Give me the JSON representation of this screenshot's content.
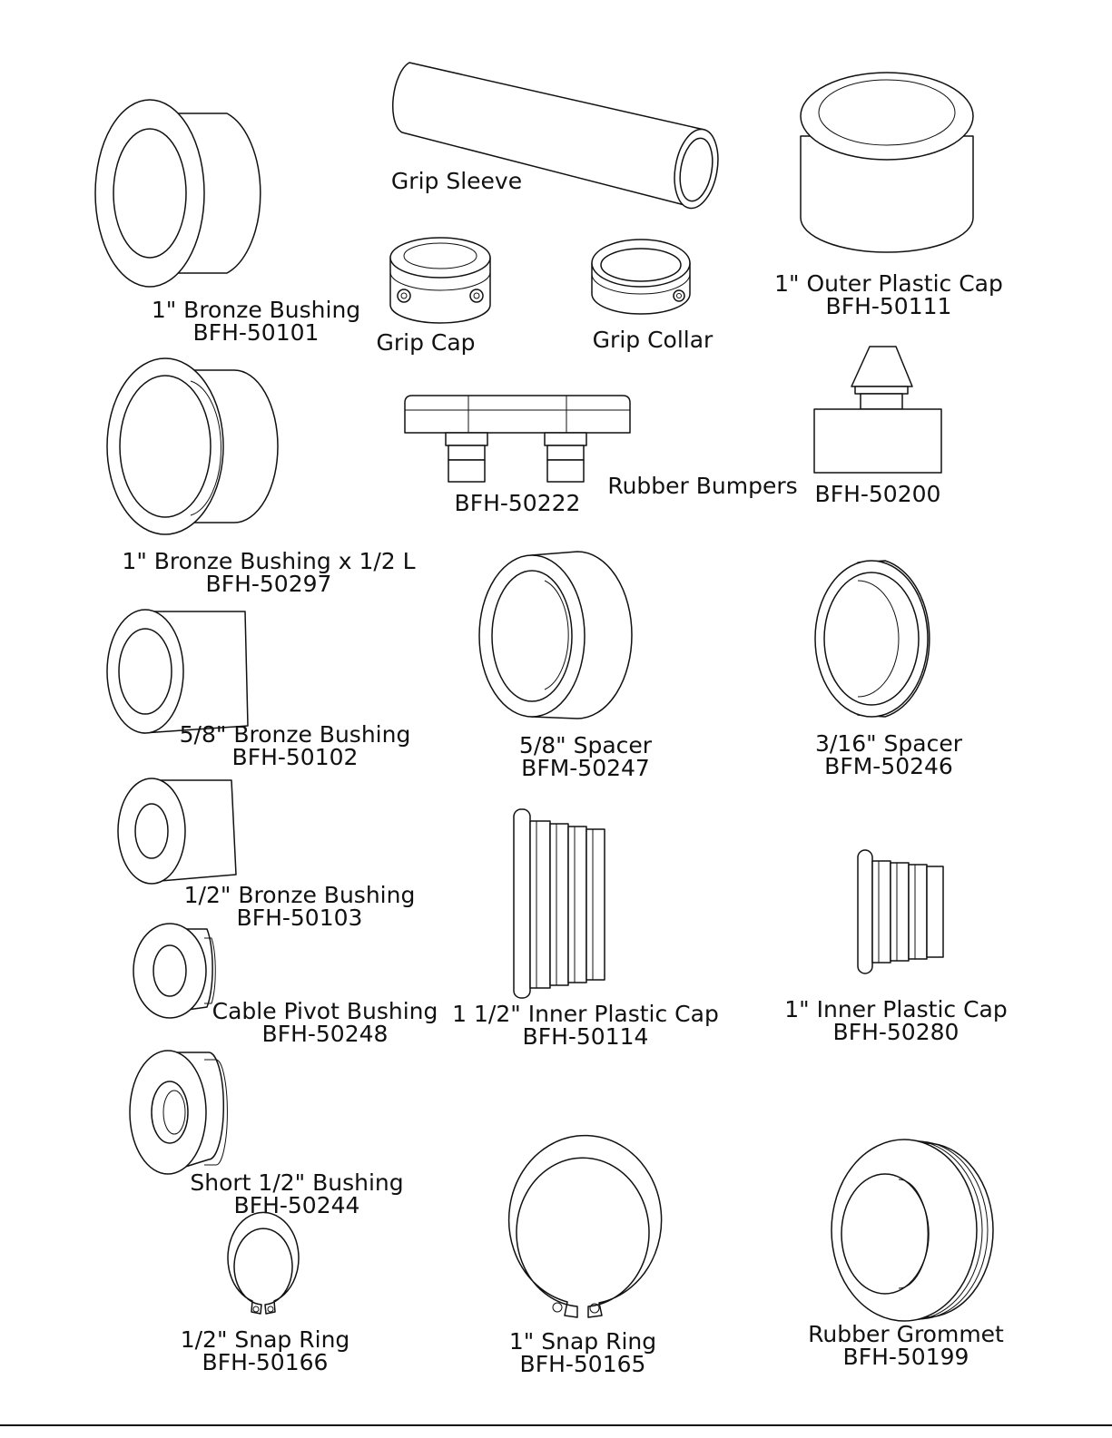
{
  "parts": {
    "bronze_bushing_1": {
      "name": "1\" Bronze Bushing",
      "code": "BFH-50101"
    },
    "grip_sleeve": {
      "name": "Grip Sleeve"
    },
    "outer_plastic_cap_1": {
      "name": "1\" Outer Plastic Cap",
      "code": "BFH-50111"
    },
    "grip_cap": {
      "name": "Grip Cap"
    },
    "grip_collar": {
      "name": "Grip Collar"
    },
    "bronze_bushing_1_half_l": {
      "name": "1\" Bronze Bushing x 1/2 L",
      "code": "BFH-50297"
    },
    "rubber_bumpers": {
      "name": "Rubber Bumpers",
      "code_left": "BFH-50222",
      "code_right": "BFH-50200"
    },
    "bronze_bushing_5_8": {
      "name": "5/8\" Bronze Bushing",
      "code": "BFH-50102"
    },
    "spacer_5_8": {
      "name": "5/8\" Spacer",
      "code": "BFM-50247"
    },
    "spacer_3_16": {
      "name": "3/16\" Spacer",
      "code": "BFM-50246"
    },
    "bronze_bushing_1_2": {
      "name": "1/2\" Bronze Bushing",
      "code": "BFH-50103"
    },
    "cable_pivot_bushing": {
      "name": "Cable Pivot Bushing",
      "code": "BFH-50248"
    },
    "inner_plastic_cap_1_1_2": {
      "name": "1 1/2\" Inner Plastic Cap",
      "code": "BFH-50114"
    },
    "inner_plastic_cap_1": {
      "name": "1\" Inner Plastic Cap",
      "code": "BFH-50280"
    },
    "short_bushing_1_2": {
      "name": "Short 1/2\" Bushing",
      "code": "BFH-50244"
    },
    "snap_ring_1_2": {
      "name": "1/2\" Snap Ring",
      "code": "BFH-50166"
    },
    "snap_ring_1": {
      "name": "1\" Snap Ring",
      "code": "BFH-50165"
    },
    "rubber_grommet": {
      "name": "Rubber Grommet",
      "code": "BFH-50199"
    }
  }
}
